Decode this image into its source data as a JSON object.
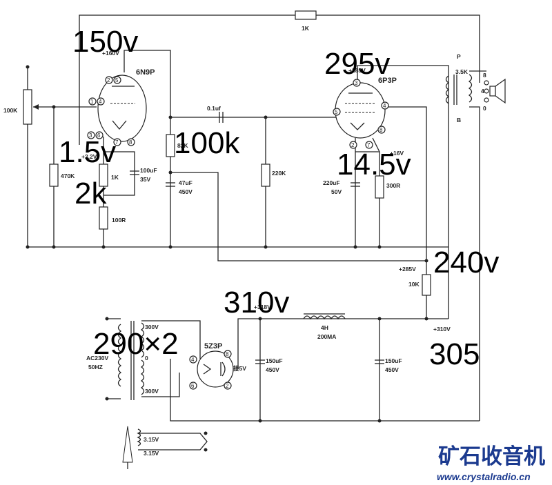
{
  "tubes": {
    "preamp": "6N9P",
    "power": "6P3P",
    "rectifier": "5Z3P"
  },
  "labels": {
    "r_top": "1K",
    "pot": "100K",
    "r_grid": "470K",
    "r_cathode1": "1K",
    "r_cathode2": "100R",
    "cap_cathode1": "100uF",
    "cap_cathode1_v": "35V",
    "r_plate": "82K",
    "cap_couple": "0.1uf",
    "cap_filter1": "47uF",
    "cap_filter1_v": "450V",
    "r_grid2": "220K",
    "cap_cathode2": "220uF",
    "cap_cathode2_v": "50V",
    "r_cathode3": "300R",
    "v_plate1": "+160V",
    "v_cathode1": "+2.2V",
    "v_plate2": "+285V",
    "v_cathode2": "+16V",
    "out_p": "P",
    "out_imp": "3.5K",
    "out_b": "B",
    "spk_8": "8",
    "spk_4": "4",
    "spk_0": "0",
    "v_285": "+285V",
    "r_10k": "10K",
    "v_310": "+310V",
    "v_318": "+318V",
    "choke": "4H",
    "choke_ma": "200MA",
    "cap_150a": "150uF",
    "cap_150a_v": "450V",
    "cap_150b": "150uF",
    "cap_150b_v": "450V",
    "sec_top": "300V",
    "sec_mid": "0",
    "sec_bot": "300V",
    "primary_v": "AC230V",
    "primary_hz": "50HZ",
    "fil_5v": "接5V",
    "heater1": "3.15V",
    "heater2": "3.15V"
  },
  "pins": {
    "p1": "1",
    "p2": "2",
    "p3": "3",
    "p4": "4",
    "p5": "5",
    "p6": "6",
    "p7": "7",
    "p8": "8"
  },
  "annotations": {
    "a1": "150v",
    "a2": "295v",
    "a3": "1.5v",
    "a4": "100k",
    "a5": "2k",
    "a6": "14.5v",
    "a7": "240v",
    "a8": "310v",
    "a9": "290×2",
    "a10": "305"
  },
  "watermark": {
    "name": "矿石收音机",
    "url": "www.crystalradio.cn"
  },
  "colors": {
    "ink": "#222222",
    "annotation": "#000000",
    "logo": "#1b3a8f"
  }
}
